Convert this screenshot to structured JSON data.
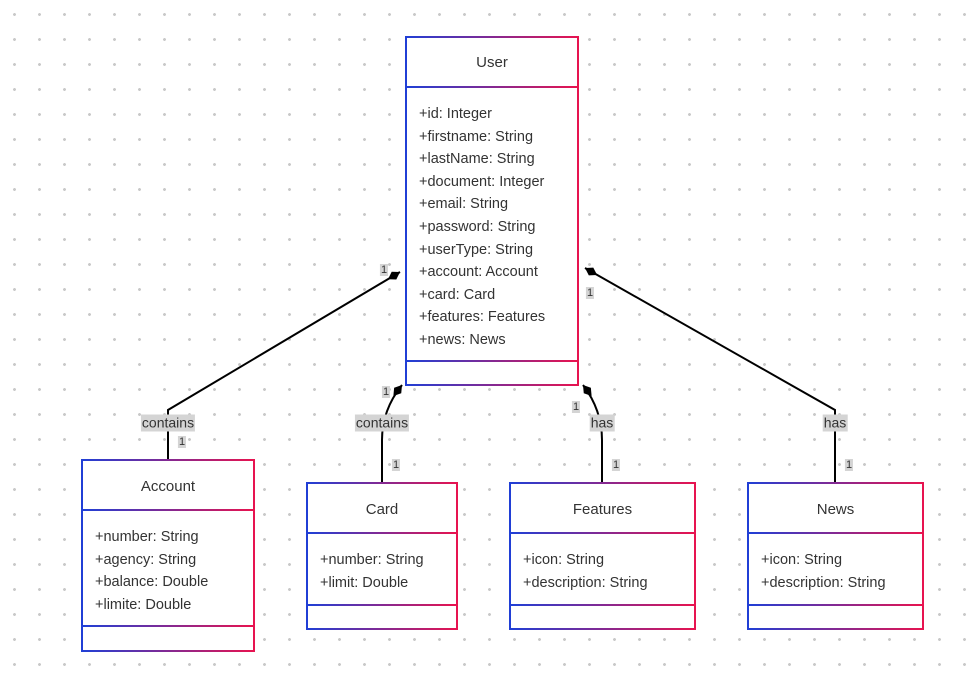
{
  "classes": {
    "user": {
      "name": "User",
      "attributes": [
        "+id: Integer",
        "+firstname: String",
        "+lastName: String",
        "+document: Integer",
        "+email: String",
        "+password: String",
        "+userType: String",
        "+account: Account",
        "+card: Card",
        "+features: Features",
        "+news: News"
      ]
    },
    "account": {
      "name": "Account",
      "attributes": [
        "+number: String",
        "+agency: String",
        "+balance: Double",
        "+limite: Double"
      ]
    },
    "card": {
      "name": "Card",
      "attributes": [
        "+number: String",
        "+limit: Double"
      ]
    },
    "features": {
      "name": "Features",
      "attributes": [
        "+icon: String",
        "+description: String"
      ]
    },
    "news": {
      "name": "News",
      "attributes": [
        "+icon: String",
        "+description: String"
      ]
    }
  },
  "relations": [
    {
      "from": "user",
      "to": "account",
      "label": "contains",
      "from_mult": "1",
      "to_mult": "1",
      "type": "composition"
    },
    {
      "from": "user",
      "to": "card",
      "label": "contains",
      "from_mult": "1",
      "to_mult": "1",
      "type": "composition"
    },
    {
      "from": "user",
      "to": "features",
      "label": "has",
      "from_mult": "1",
      "to_mult": "1",
      "type": "composition"
    },
    {
      "from": "user",
      "to": "news",
      "label": "has",
      "from_mult": "1",
      "to_mult": "1",
      "type": "composition"
    }
  ],
  "colors": {
    "border_start": "#1f3fd6",
    "border_end": "#e8134f",
    "edge": "#000000",
    "label_bg": "#d4d4d4",
    "grid_dot": "#c9c9c9"
  }
}
